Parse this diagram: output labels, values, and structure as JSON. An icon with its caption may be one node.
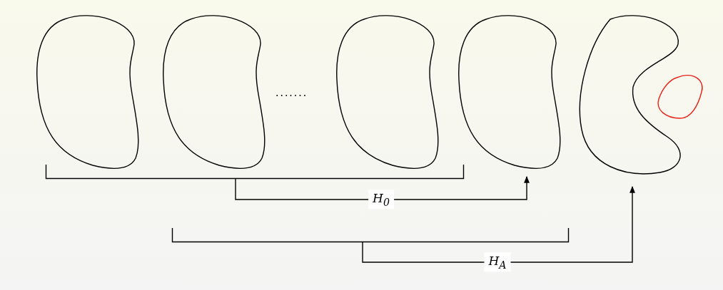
{
  "diagram": {
    "nodes": [
      {
        "text": [],
        "shape": "blob"
      },
      {
        "text": [],
        "shape": "blob"
      },
      {
        "text": [],
        "shape": "blob"
      },
      {
        "text": [],
        "shape": "blob"
      },
      {
        "text": [],
        "shape": "blob"
      },
      {
        "text": [],
        "shape": "blob"
      },
      {
        "text": [],
        "shape": "bracket"
      },
      {
        "text": [],
        "shape": "bracket"
      }
    ],
    "edges": [
      {
        "from": 6,
        "to": 3,
        "arrow": "to",
        "label": "H$_{0}$"
      },
      {
        "from": 7,
        "to": 4,
        "arrow": "to",
        "label": "H$_{A}$"
      }
    ],
    "labels": [
      "......."
    ]
  }
}
